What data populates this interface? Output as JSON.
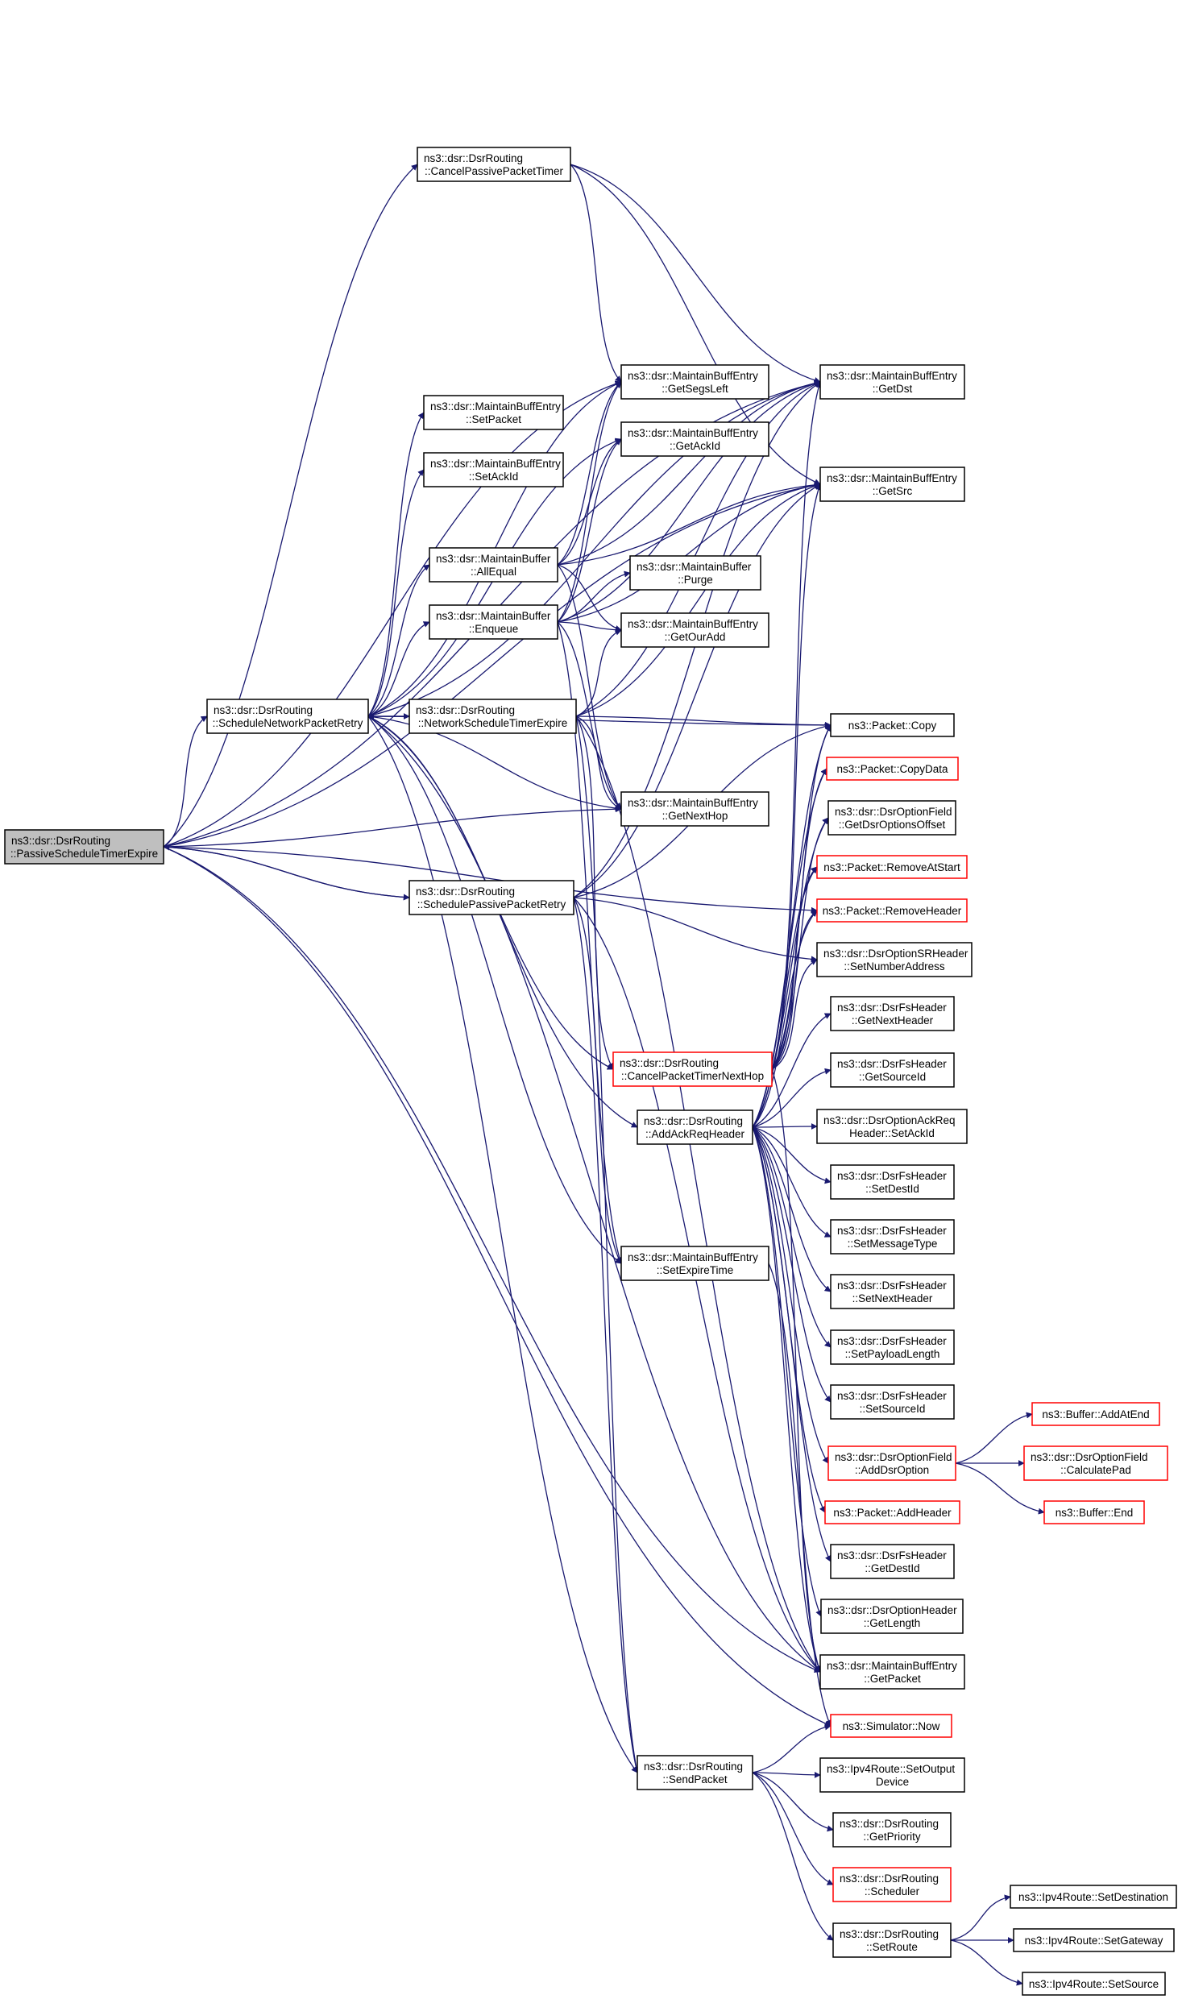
{
  "graph": {
    "nodes": [
      {
        "id": "passive_expire",
        "lines": [
          "ns3::dsr::DsrRouting",
          "::PassiveScheduleTimerExpire"
        ],
        "style": "root"
      },
      {
        "id": "schedule_network_retry",
        "lines": [
          "ns3::dsr::DsrRouting",
          "::ScheduleNetworkPacketRetry"
        ],
        "style": "normal"
      },
      {
        "id": "cancel_passive_timer",
        "lines": [
          "ns3::dsr::DsrRouting",
          "::CancelPassivePacketTimer"
        ],
        "style": "normal"
      },
      {
        "id": "network_timer_expire",
        "lines": [
          "ns3::dsr::DsrRouting",
          "::NetworkScheduleTimerExpire"
        ],
        "style": "normal"
      },
      {
        "id": "schedule_passive_retry",
        "lines": [
          "ns3::dsr::DsrRouting",
          "::SchedulePassivePacketRetry"
        ],
        "style": "normal"
      },
      {
        "id": "set_packet",
        "lines": [
          "ns3::dsr::MaintainBuffEntry",
          "::SetPacket"
        ],
        "style": "normal"
      },
      {
        "id": "set_ack_id",
        "lines": [
          "ns3::dsr::MaintainBuffEntry",
          "::SetAckId"
        ],
        "style": "normal"
      },
      {
        "id": "all_equal",
        "lines": [
          "ns3::dsr::MaintainBuffer",
          "::AllEqual"
        ],
        "style": "normal"
      },
      {
        "id": "enqueue",
        "lines": [
          "ns3::dsr::MaintainBuffer",
          "::Enqueue"
        ],
        "style": "normal"
      },
      {
        "id": "get_segs_left",
        "lines": [
          "ns3::dsr::MaintainBuffEntry",
          "::GetSegsLeft"
        ],
        "style": "normal"
      },
      {
        "id": "get_ack_id",
        "lines": [
          "ns3::dsr::MaintainBuffEntry",
          "::GetAckId"
        ],
        "style": "normal"
      },
      {
        "id": "purge",
        "lines": [
          "ns3::dsr::MaintainBuffer",
          "::Purge"
        ],
        "style": "normal"
      },
      {
        "id": "get_our_add",
        "lines": [
          "ns3::dsr::MaintainBuffEntry",
          "::GetOurAdd"
        ],
        "style": "normal"
      },
      {
        "id": "get_next_hop",
        "lines": [
          "ns3::dsr::MaintainBuffEntry",
          "::GetNextHop"
        ],
        "style": "normal"
      },
      {
        "id": "cancel_timer_next_hop",
        "lines": [
          "ns3::dsr::DsrRouting",
          "::CancelPacketTimerNextHop"
        ],
        "style": "red"
      },
      {
        "id": "add_ack_req_header",
        "lines": [
          "ns3::dsr::DsrRouting",
          "::AddAckReqHeader"
        ],
        "style": "normal"
      },
      {
        "id": "set_expire_time",
        "lines": [
          "ns3::dsr::MaintainBuffEntry",
          "::SetExpireTime"
        ],
        "style": "normal"
      },
      {
        "id": "send_packet",
        "lines": [
          "ns3::dsr::DsrRouting",
          "::SendPacket"
        ],
        "style": "normal"
      },
      {
        "id": "get_dst",
        "lines": [
          "ns3::dsr::MaintainBuffEntry",
          "::GetDst"
        ],
        "style": "normal"
      },
      {
        "id": "get_src",
        "lines": [
          "ns3::dsr::MaintainBuffEntry",
          "::GetSrc"
        ],
        "style": "normal"
      },
      {
        "id": "packet_copy",
        "lines": [
          "ns3::Packet::Copy"
        ],
        "style": "normal"
      },
      {
        "id": "packet_copy_data",
        "lines": [
          "ns3::Packet::CopyData"
        ],
        "style": "red"
      },
      {
        "id": "get_dsr_options_offset",
        "lines": [
          "ns3::dsr::DsrOptionField",
          "::GetDsrOptionsOffset"
        ],
        "style": "normal"
      },
      {
        "id": "remove_at_start",
        "lines": [
          "ns3::Packet::RemoveAtStart"
        ],
        "style": "red"
      },
      {
        "id": "remove_header",
        "lines": [
          "ns3::Packet::RemoveHeader"
        ],
        "style": "red"
      },
      {
        "id": "set_number_address",
        "lines": [
          "ns3::dsr::DsrOptionSRHeader",
          "::SetNumberAddress"
        ],
        "style": "normal"
      },
      {
        "id": "fs_get_next_header",
        "lines": [
          "ns3::dsr::DsrFsHeader",
          "::GetNextHeader"
        ],
        "style": "normal"
      },
      {
        "id": "fs_get_source_id",
        "lines": [
          "ns3::dsr::DsrFsHeader",
          "::GetSourceId"
        ],
        "style": "normal"
      },
      {
        "id": "ackreq_set_ack_id",
        "lines": [
          "ns3::dsr::DsrOptionAckReq",
          "Header::SetAckId"
        ],
        "style": "normal"
      },
      {
        "id": "fs_set_dest_id",
        "lines": [
          "ns3::dsr::DsrFsHeader",
          "::SetDestId"
        ],
        "style": "normal"
      },
      {
        "id": "fs_set_message_type",
        "lines": [
          "ns3::dsr::DsrFsHeader",
          "::SetMessageType"
        ],
        "style": "normal"
      },
      {
        "id": "fs_set_next_header",
        "lines": [
          "ns3::dsr::DsrFsHeader",
          "::SetNextHeader"
        ],
        "style": "normal"
      },
      {
        "id": "fs_set_payload_length",
        "lines": [
          "ns3::dsr::DsrFsHeader",
          "::SetPayloadLength"
        ],
        "style": "normal"
      },
      {
        "id": "fs_set_source_id",
        "lines": [
          "ns3::dsr::DsrFsHeader",
          "::SetSourceId"
        ],
        "style": "normal"
      },
      {
        "id": "add_dsr_option",
        "lines": [
          "ns3::dsr::DsrOptionField",
          "::AddDsrOption"
        ],
        "style": "red"
      },
      {
        "id": "add_header",
        "lines": [
          "ns3::Packet::AddHeader"
        ],
        "style": "red"
      },
      {
        "id": "fs_get_dest_id",
        "lines": [
          "ns3::dsr::DsrFsHeader",
          "::GetDestId"
        ],
        "style": "normal"
      },
      {
        "id": "opt_get_length",
        "lines": [
          "ns3::dsr::DsrOptionHeader",
          "::GetLength"
        ],
        "style": "normal"
      },
      {
        "id": "get_packet",
        "lines": [
          "ns3::dsr::MaintainBuffEntry",
          "::GetPacket"
        ],
        "style": "normal"
      },
      {
        "id": "simulator_now",
        "lines": [
          "ns3::Simulator::Now"
        ],
        "style": "red"
      },
      {
        "id": "set_output_device",
        "lines": [
          "ns3::Ipv4Route::SetOutput",
          "Device"
        ],
        "style": "normal"
      },
      {
        "id": "get_priority",
        "lines": [
          "ns3::dsr::DsrRouting",
          "::GetPriority"
        ],
        "style": "normal"
      },
      {
        "id": "scheduler",
        "lines": [
          "ns3::dsr::DsrRouting",
          "::Scheduler"
        ],
        "style": "red"
      },
      {
        "id": "set_route",
        "lines": [
          "ns3::dsr::DsrRouting",
          "::SetRoute"
        ],
        "style": "normal"
      },
      {
        "id": "buffer_add_at_end",
        "lines": [
          "ns3::Buffer::AddAtEnd"
        ],
        "style": "red"
      },
      {
        "id": "calculate_pad",
        "lines": [
          "ns3::dsr::DsrOptionField",
          "::CalculatePad"
        ],
        "style": "red"
      },
      {
        "id": "buffer_end",
        "lines": [
          "ns3::Buffer::End"
        ],
        "style": "red"
      },
      {
        "id": "set_destination",
        "lines": [
          "ns3::Ipv4Route::SetDestination"
        ],
        "style": "normal"
      },
      {
        "id": "set_gateway",
        "lines": [
          "ns3::Ipv4Route::SetGateway"
        ],
        "style": "normal"
      },
      {
        "id": "set_source",
        "lines": [
          "ns3::Ipv4Route::SetSource"
        ],
        "style": "normal"
      }
    ],
    "edges": [
      [
        "passive_expire",
        "schedule_network_retry"
      ],
      [
        "passive_expire",
        "cancel_passive_timer"
      ],
      [
        "passive_expire",
        "get_dst"
      ],
      [
        "passive_expire",
        "get_src"
      ],
      [
        "passive_expire",
        "get_segs_left"
      ],
      [
        "passive_expire",
        "get_next_hop"
      ],
      [
        "passive_expire",
        "schedule_passive_retry"
      ],
      [
        "passive_expire",
        "remove_header"
      ],
      [
        "passive_expire",
        "get_packet"
      ],
      [
        "passive_expire",
        "simulator_now"
      ],
      [
        "schedule_network_retry",
        "network_timer_expire"
      ],
      [
        "schedule_network_retry",
        "set_packet"
      ],
      [
        "schedule_network_retry",
        "set_ack_id"
      ],
      [
        "schedule_network_retry",
        "all_equal"
      ],
      [
        "schedule_network_retry",
        "enqueue"
      ],
      [
        "schedule_network_retry",
        "get_segs_left"
      ],
      [
        "schedule_network_retry",
        "get_ack_id"
      ],
      [
        "schedule_network_retry",
        "get_next_hop"
      ],
      [
        "schedule_network_retry",
        "get_dst"
      ],
      [
        "schedule_network_retry",
        "packet_copy"
      ],
      [
        "schedule_network_retry",
        "add_ack_req_header"
      ],
      [
        "schedule_network_retry",
        "set_expire_time"
      ],
      [
        "schedule_network_retry",
        "send_packet"
      ],
      [
        "schedule_network_retry",
        "get_packet"
      ],
      [
        "schedule_network_retry",
        "cancel_timer_next_hop"
      ],
      [
        "cancel_passive_timer",
        "get_segs_left"
      ],
      [
        "cancel_passive_timer",
        "get_dst"
      ],
      [
        "cancel_passive_timer",
        "get_src"
      ],
      [
        "network_timer_expire",
        "schedule_network_retry"
      ],
      [
        "network_timer_expire",
        "get_our_add"
      ],
      [
        "network_timer_expire",
        "get_next_hop"
      ],
      [
        "network_timer_expire",
        "get_src"
      ],
      [
        "network_timer_expire",
        "get_dst"
      ],
      [
        "network_timer_expire",
        "packet_copy"
      ],
      [
        "network_timer_expire",
        "cancel_timer_next_hop"
      ],
      [
        "network_timer_expire",
        "get_packet"
      ],
      [
        "network_timer_expire",
        "send_packet"
      ],
      [
        "schedule_passive_retry",
        "passive_expire"
      ],
      [
        "schedule_passive_retry",
        "get_packet"
      ],
      [
        "schedule_passive_retry",
        "packet_copy"
      ],
      [
        "schedule_passive_retry",
        "send_packet"
      ],
      [
        "schedule_passive_retry",
        "set_expire_time"
      ],
      [
        "schedule_passive_retry",
        "get_src"
      ],
      [
        "schedule_passive_retry",
        "get_dst"
      ],
      [
        "schedule_passive_retry",
        "set_number_address"
      ],
      [
        "all_equal",
        "get_our_add"
      ],
      [
        "all_equal",
        "get_next_hop"
      ],
      [
        "all_equal",
        "get_dst"
      ],
      [
        "all_equal",
        "get_src"
      ],
      [
        "all_equal",
        "get_segs_left"
      ],
      [
        "all_equal",
        "get_ack_id"
      ],
      [
        "enqueue",
        "purge"
      ],
      [
        "enqueue",
        "get_our_add"
      ],
      [
        "enqueue",
        "get_next_hop"
      ],
      [
        "enqueue",
        "get_src"
      ],
      [
        "enqueue",
        "get_dst"
      ],
      [
        "enqueue",
        "get_segs_left"
      ],
      [
        "enqueue",
        "get_ack_id"
      ],
      [
        "enqueue",
        "set_expire_time"
      ],
      [
        "cancel_timer_next_hop",
        "get_src"
      ],
      [
        "cancel_timer_next_hop",
        "get_dst"
      ],
      [
        "cancel_timer_next_hop",
        "packet_copy"
      ],
      [
        "cancel_timer_next_hop",
        "packet_copy_data"
      ],
      [
        "cancel_timer_next_hop",
        "get_dsr_options_offset"
      ],
      [
        "cancel_timer_next_hop",
        "remove_at_start"
      ],
      [
        "cancel_timer_next_hop",
        "remove_header"
      ],
      [
        "cancel_timer_next_hop",
        "set_number_address"
      ],
      [
        "cancel_timer_next_hop",
        "get_packet"
      ],
      [
        "add_ack_req_header",
        "packet_copy"
      ],
      [
        "add_ack_req_header",
        "packet_copy_data"
      ],
      [
        "add_ack_req_header",
        "get_dsr_options_offset"
      ],
      [
        "add_ack_req_header",
        "remove_at_start"
      ],
      [
        "add_ack_req_header",
        "remove_header"
      ],
      [
        "add_ack_req_header",
        "fs_get_next_header"
      ],
      [
        "add_ack_req_header",
        "fs_get_source_id"
      ],
      [
        "add_ack_req_header",
        "ackreq_set_ack_id"
      ],
      [
        "add_ack_req_header",
        "fs_set_dest_id"
      ],
      [
        "add_ack_req_header",
        "fs_set_message_type"
      ],
      [
        "add_ack_req_header",
        "fs_set_next_header"
      ],
      [
        "add_ack_req_header",
        "fs_set_payload_length"
      ],
      [
        "add_ack_req_header",
        "fs_set_source_id"
      ],
      [
        "add_ack_req_header",
        "add_dsr_option"
      ],
      [
        "add_ack_req_header",
        "add_header"
      ],
      [
        "add_ack_req_header",
        "fs_get_dest_id"
      ],
      [
        "add_ack_req_header",
        "opt_get_length"
      ],
      [
        "add_ack_req_header",
        "get_packet"
      ],
      [
        "set_expire_time",
        "simulator_now"
      ],
      [
        "send_packet",
        "simulator_now"
      ],
      [
        "send_packet",
        "set_output_device"
      ],
      [
        "send_packet",
        "get_priority"
      ],
      [
        "send_packet",
        "scheduler"
      ],
      [
        "send_packet",
        "set_route"
      ],
      [
        "add_dsr_option",
        "buffer_add_at_end"
      ],
      [
        "add_dsr_option",
        "calculate_pad"
      ],
      [
        "add_dsr_option",
        "buffer_end"
      ],
      [
        "set_route",
        "set_destination"
      ],
      [
        "set_route",
        "set_gateway"
      ],
      [
        "set_route",
        "set_source"
      ]
    ]
  }
}
